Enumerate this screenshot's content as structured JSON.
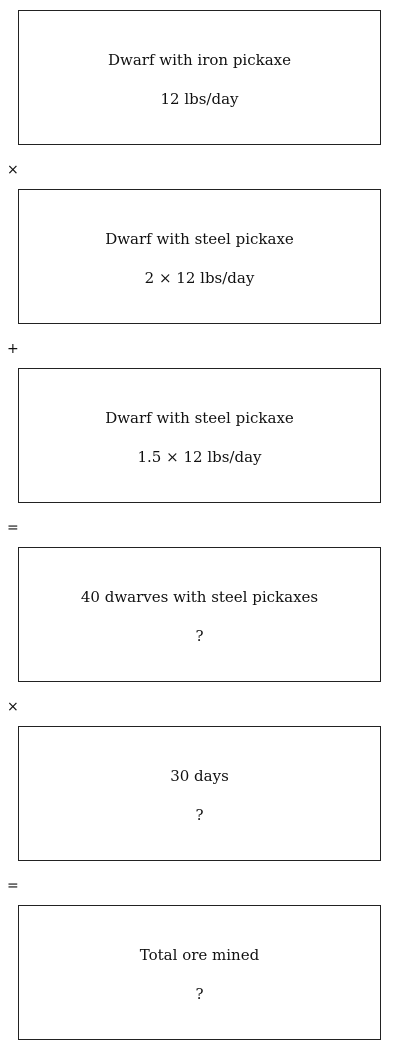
{
  "steps": [
    {
      "title": "Dwarf with iron pickaxe",
      "value": "12 lbs/day"
    },
    {
      "title": "Dwarf with steel pickaxe",
      "value": "2 × 12 lbs/day"
    },
    {
      "title": "Dwarf with steel pickaxe",
      "value": "1.5 × 12 lbs/day"
    },
    {
      "title": "40 dwarves with steel pickaxes",
      "value": "?"
    },
    {
      "title": "30 days",
      "value": "?"
    },
    {
      "title": "Total ore mined",
      "value": "?"
    }
  ],
  "operators": [
    "×",
    "+",
    "=",
    "×",
    "="
  ]
}
